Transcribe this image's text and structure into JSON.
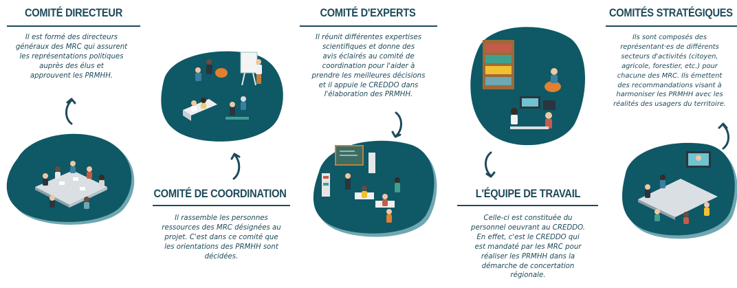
{
  "colors": {
    "dark_teal": "#0f5866",
    "mid_teal": "#1a6f7e",
    "light_teal": "#6fa7b2",
    "text": "#1d4a5a"
  },
  "sections": {
    "directeur": {
      "title": "COMITÉ DIRECTEUR",
      "lines": [
        "Il est formé des directeurs",
        "généraux des MRC qui assurent",
        "les représentations politiques",
        "auprès des élus et",
        "approuvent les PRMHH."
      ],
      "illustration": "team-meeting-table"
    },
    "coordination": {
      "title": "COMITÉ DE COORDINATION",
      "lines": [
        "Il rassemble les personnes",
        "ressources des MRC désignées au",
        "projet. C'est dans ce comité que",
        "les orientations des PRMHH sont",
        "décidées."
      ],
      "illustration": "team-presentation-lounge"
    },
    "experts": {
      "title": "COMITÉ D'EXPERTS",
      "lines": [
        "Il réunit différentes expertises",
        "scientifiques et donne des",
        "avis éclairés au comité de",
        "coordination pour l'aider à",
        "prendre les meilleures décisions",
        "et il appuie le CREDDO dans",
        "l'élaboration des PRMHH."
      ],
      "illustration": "experts-classroom"
    },
    "travail": {
      "title": "L'ÉQUIPE DE TRAVAIL",
      "lines": [
        "Celle-ci est constituée du",
        "personnel oeuvrant au CREDDO.",
        "En effet, c'est le CREDDO qui",
        "est mandaté par les MRC pour",
        "réaliser les PRMHH dans la",
        "démarche de concertation",
        "régionale."
      ],
      "illustration": "library-office-workers"
    },
    "strategiques": {
      "title": "COMITÉS STRATÉGIQUES",
      "lines": [
        "Ils sont composés des",
        "représentant·es de différents",
        "secteurs d'activités (citoyen,",
        "agricole, forestier, etc.) pour",
        "chacune des MRC. Ils émettent",
        "des recommandations visant à",
        "harmoniser les PRMHH avec les",
        "réalités des usagers du territoire."
      ],
      "illustration": "videoconference-meeting"
    }
  },
  "arrows": [
    "arrow-up",
    "arrow-up",
    "arrow-down",
    "arrow-down",
    "arrow-up"
  ]
}
